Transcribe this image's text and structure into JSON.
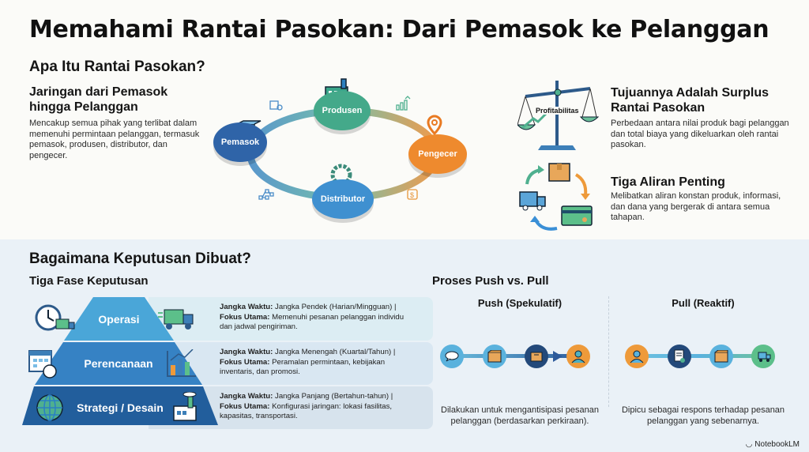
{
  "title": "Memahami Rantai Pasokan: Dari Pemasok ke Pelanggan",
  "section1": {
    "heading": "Apa Itu Rantai Pasokan?",
    "network": {
      "title": "Jaringan dari Pemasok hingga Pelanggan",
      "body": "Mencakup semua pihak yang terlibat dalam memenuhi permintaan pelanggan, termasuk pemasok, produsen, distributor, dan pengecer."
    },
    "cycle_nodes": [
      {
        "label": "Pemasok",
        "color": "#2f64a8"
      },
      {
        "label": "Produsen",
        "color": "#44a98a"
      },
      {
        "label": "Pengecer",
        "color": "#ee8a2e"
      },
      {
        "label": "Distributor",
        "color": "#3f90d0"
      }
    ],
    "surplus": {
      "icon_label": "Profitabilitas",
      "title": "Tujuannya Adalah Surplus Rantai Pasokan",
      "body": "Perbedaan antara nilai produk bagi pelanggan dan total biaya yang dikeluarkan oleh rantai pasokan."
    },
    "flows": {
      "title": "Tiga Aliran Penting",
      "body": "Melibatkan aliran konstan produk, informasi, dan dana yang bergerak di antara semua tahapan."
    }
  },
  "section2": {
    "heading": "Bagaimana Keputusan Dibuat?",
    "phases_heading": "Tiga Fase Keputusan",
    "phases": [
      {
        "label": "Operasi",
        "time_label": "Jangka Waktu:",
        "time": "Jangka Pendek (Harian/Mingguan) |",
        "focus_label": "Fokus Utama:",
        "focus": "Memenuhi pesanan pelanggan individu dan jadwal pengiriman.",
        "color": "#4aa6d8"
      },
      {
        "label": "Perencanaan",
        "time_label": "Jangka Waktu:",
        "time": "Jangka Menengah (Kuartal/Tahun) |",
        "focus_label": "Fokus Utama:",
        "focus": "Peramalan permintaan, kebijakan inventaris, dan promosi.",
        "color": "#3682c4"
      },
      {
        "label": "Strategi / Desain",
        "time_label": "Jangka Waktu:",
        "time": "Jangka Panjang (Bertahun-tahun) |",
        "focus_label": "Fokus Utama:",
        "focus": "Konfigurasi jaringan: lokasi fasilitas, kapasitas, transportasi.",
        "color": "#225e9c"
      }
    ],
    "push_pull": {
      "heading": "Proses Push vs. Pull",
      "push": {
        "title": "Push (Spekulatif)",
        "body": "Dilakukan untuk mengantisipasi pesanan pelanggan (berdasarkan perkiraan)."
      },
      "pull": {
        "title": "Pull (Reaktif)",
        "body": "Dipicu sebagai respons terhadap pesanan pelanggan yang sebenarnya."
      }
    }
  },
  "branding": "NotebookLM"
}
